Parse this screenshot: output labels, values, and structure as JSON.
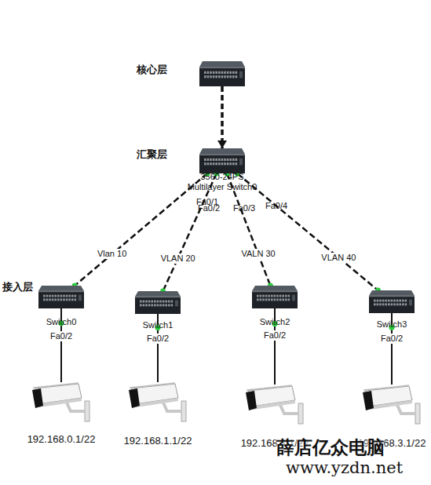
{
  "diagram": {
    "nodes": [
      {
        "text": [
          "核心层"
        ]
      },
      {
        "text": [
          "汇聚层",
          "3560-24PS Multilayer Switch0"
        ]
      },
      {
        "text": [
          "Switch0"
        ]
      },
      {
        "text": [
          "Switch1"
        ]
      },
      {
        "text": [
          "Switch2"
        ]
      },
      {
        "text": [
          "Switch3"
        ]
      },
      {
        "text": [
          "192.168.0.1/22"
        ]
      },
      {
        "text": [
          "192.168.1.1/22"
        ]
      },
      {
        "text": [
          "192.168.2.1/22"
        ]
      },
      {
        "text": [
          "192.168.3.1/22"
        ]
      }
    ],
    "edges": [
      {
        "from": 0,
        "to": 1,
        "arrow": "to"
      },
      {
        "from": 1,
        "to": 2,
        "label": "Vlan 10",
        "arrow": "none"
      },
      {
        "from": 1,
        "to": 3,
        "label": "VLAN 20",
        "arrow": "none"
      },
      {
        "from": 1,
        "to": 4,
        "label": "VALN 30",
        "arrow": "none"
      },
      {
        "from": 1,
        "to": 5,
        "label": "VLAN 40",
        "arrow": "none"
      },
      {
        "from": 2,
        "to": 6,
        "label": "Fa0/2",
        "arrow": "none"
      },
      {
        "from": 3,
        "to": 7,
        "label": "Fa0/2",
        "arrow": "none"
      },
      {
        "from": 4,
        "to": 8,
        "label": "Fa0/2",
        "arrow": "none"
      },
      {
        "from": 5,
        "to": 9,
        "label": "Fa0/2",
        "arrow": "none"
      }
    ],
    "labels": [
      "Fa0/1",
      "Fa0/2",
      "Fa0/3",
      "Fa0/4",
      "接入层",
      "薛店亿众电脑",
      "www.yzdn.net"
    ]
  }
}
